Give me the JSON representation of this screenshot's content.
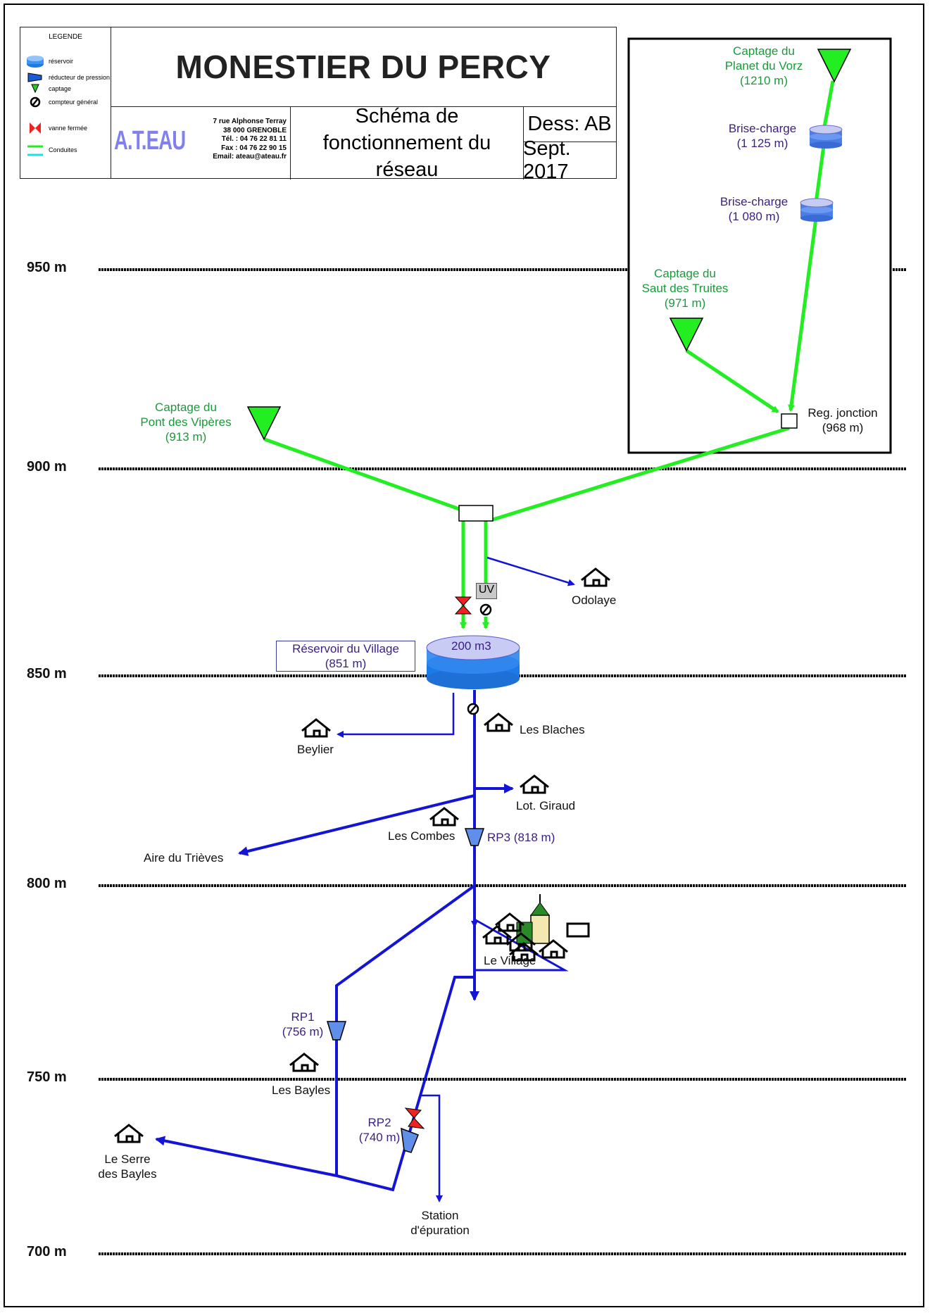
{
  "legend": {
    "title": "LEGENDE",
    "items": [
      {
        "icon": "reservoir-icon",
        "label": "réservoir"
      },
      {
        "icon": "pressure-reducer-icon",
        "label": "réducteur de pression"
      },
      {
        "icon": "captage-icon",
        "label": "captage"
      },
      {
        "icon": "meter-icon",
        "label": "compteur général"
      },
      {
        "icon": "closed-valve-icon",
        "label": "vanne fermée"
      },
      {
        "icon": "pipe-icon",
        "label": "Conduites"
      }
    ]
  },
  "cartouche": {
    "title": "MONESTIER DU PERCY",
    "company": "A.T.EAU",
    "address": [
      "7 rue Alphonse Terray",
      "38 000 GRENOBLE",
      "Tél. : 04 76 22 81 11",
      "Fax : 04 76 22 90 15",
      "Email: ateau@ateau.fr"
    ],
    "schema_title": [
      "Schéma de",
      "fonctionnement du réseau"
    ],
    "drawn_by": "Dess: AB",
    "date": "Sept. 2017"
  },
  "altitudes": [
    "950 m",
    "900 m",
    "850 m",
    "800 m",
    "750 m",
    "700 m"
  ],
  "nodes": {
    "planet_vorz": [
      "Captage du",
      "Planet du Vorz",
      "(1210 m)"
    ],
    "brise1": [
      "Brise-charge",
      "(1 125 m)"
    ],
    "brise2": [
      "Brise-charge",
      "(1 080 m)"
    ],
    "saut_truites": [
      "Captage du",
      "Saut des Truites",
      "(971 m)"
    ],
    "reg_jonction": [
      "Reg. jonction",
      "(968 m)"
    ],
    "pont_viperes": [
      "Captage du",
      "Pont des Vipères",
      "(913 m)"
    ],
    "odolaye": "Odolaye",
    "uv": "UV",
    "reservoir_label": [
      "Réservoir du Village",
      "(851 m)"
    ],
    "reservoir_volume": "200 m3",
    "beylier": "Beylier",
    "les_blaches": "Les Blaches",
    "lot_giraud": "Lot. Giraud",
    "les_combes": "Les Combes",
    "rp3": "RP3 (818 m)",
    "aire_trieves": "Aire du Trièves",
    "le_village": "Le Village",
    "rp1": [
      "RP1",
      "(756 m)"
    ],
    "les_bayles": "Les Bayles",
    "rp2": [
      "RP2",
      "(740 m)"
    ],
    "le_serre": [
      "Le Serre",
      "des Bayles"
    ],
    "station": [
      "Station",
      "d'épuration"
    ]
  },
  "colors": {
    "green_pipe": "#22ee22",
    "blue_pipe": "#1414d6",
    "green_text": "#1a9a3a",
    "purple_text": "#3b1f80",
    "ateau": "#8080ee"
  }
}
